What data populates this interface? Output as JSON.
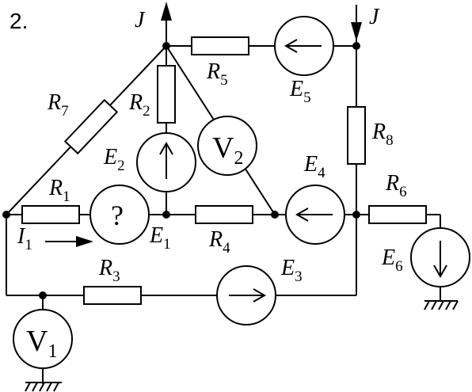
{
  "problem_number": "2.",
  "source_J": "J",
  "unknown_mark": "?",
  "labels": {
    "R1": {
      "letter": "R",
      "sub": "1"
    },
    "R2": {
      "letter": "R",
      "sub": "2"
    },
    "R3": {
      "letter": "R",
      "sub": "3"
    },
    "R4": {
      "letter": "R",
      "sub": "4"
    },
    "R5": {
      "letter": "R",
      "sub": "5"
    },
    "R6": {
      "letter": "R",
      "sub": "6"
    },
    "R7": {
      "letter": "R",
      "sub": "7"
    },
    "R8": {
      "letter": "R",
      "sub": "8"
    },
    "E1": {
      "letter": "E",
      "sub": "1"
    },
    "E2": {
      "letter": "E",
      "sub": "2"
    },
    "E3": {
      "letter": "E",
      "sub": "3"
    },
    "E4": {
      "letter": "E",
      "sub": "4"
    },
    "E5": {
      "letter": "E",
      "sub": "5"
    },
    "E6": {
      "letter": "E",
      "sub": "6"
    },
    "I1": {
      "letter": "I",
      "sub": "1"
    },
    "V1": {
      "letter": "V",
      "sub": "1"
    },
    "V2": {
      "letter": "V",
      "sub": "2"
    }
  }
}
